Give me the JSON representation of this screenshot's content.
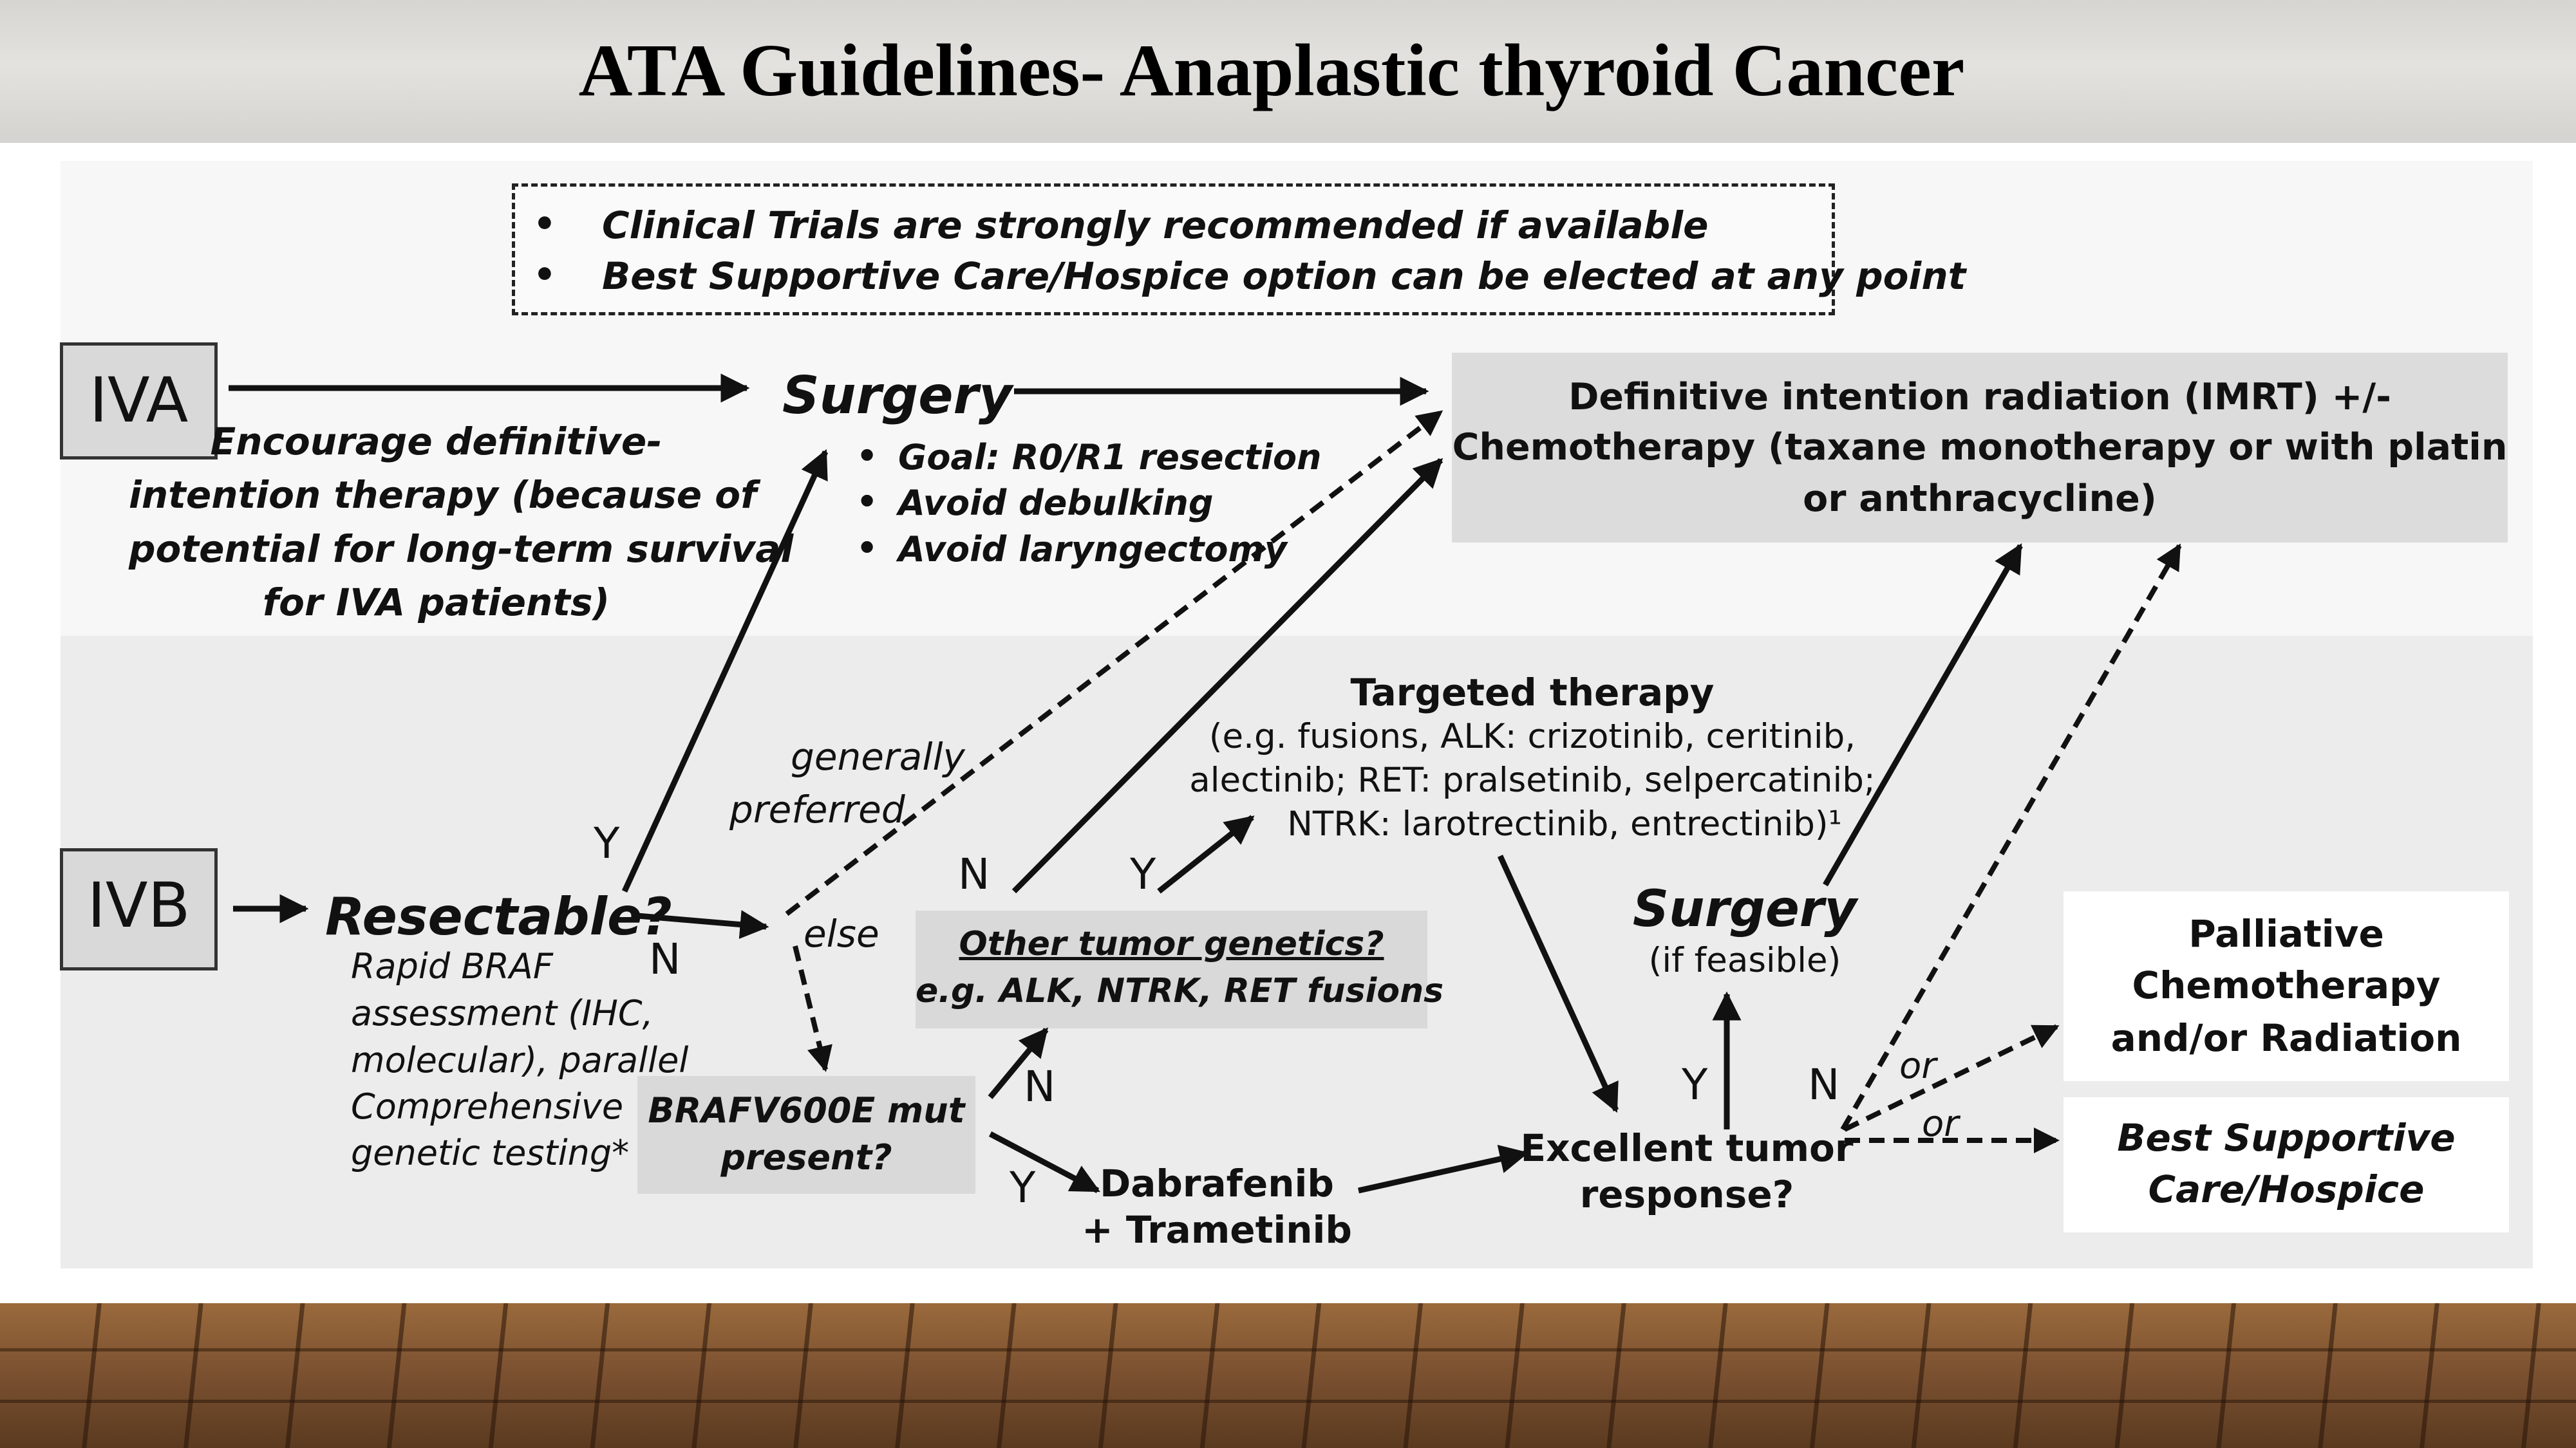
{
  "title": "ATA Guidelines- Anaplastic thyroid Cancer",
  "notes": [
    "Clinical Trials are strongly recommended if available",
    "Best Supportive Care/Hospice option can be elected at any point"
  ],
  "iva": {
    "label": "IVA",
    "encourage": [
      "Encourage definitive-",
      "intention therapy (because of",
      "potential for long-term survival",
      "for IVA patients)"
    ]
  },
  "surgery": {
    "label": "Surgery",
    "bullets": [
      "Goal: R0/R1 resection",
      "Avoid debulking",
      "Avoid laryngectomy"
    ]
  },
  "radiation": {
    "lines": [
      "Definitive intention radiation (IMRT) +/-",
      "Chemotherapy  (taxane monotherapy or with platin",
      "or anthracycline)"
    ]
  },
  "ivb": {
    "label": "IVB",
    "resectable": "Resectable?",
    "braf_note": [
      "Rapid BRAF",
      "assessment (IHC,",
      "molecular), parallel",
      "Comprehensive",
      "genetic testing*"
    ]
  },
  "edge_labels": {
    "y_resectable": "Y",
    "n_resectable": "N",
    "generally": "generally",
    "preferred": "preferred",
    "else": "else",
    "n_other": "N",
    "y_other": "Y",
    "n_braf": "N",
    "y_braf": "Y",
    "y_response": "Y",
    "n_response": "N",
    "or1": "or",
    "or2": "or"
  },
  "targeted": {
    "title": "Targeted therapy",
    "lines": [
      "(e.g. fusions,  ALK: crizotinib, ceritinib,",
      "alectinib; RET: pralsetinib, selpercatinib;",
      "NTRK: larotrectinib, entrectinib)¹"
    ]
  },
  "other_genetics": {
    "line1": "Other tumor genetics?",
    "line2": "e.g. ALK, NTRK, RET fusions"
  },
  "braf_box": {
    "line1": "BRAFV600E mut",
    "line2": "present?"
  },
  "dabrafenib": {
    "line1": "Dabrafenib",
    "line2": "+ Trametinib"
  },
  "response": {
    "line1": "Excellent tumor",
    "line2": "response?"
  },
  "surgery2": {
    "label": "Surgery",
    "sub": "(if feasible)"
  },
  "palliative": {
    "lines": [
      "Palliative",
      "Chemotherapy",
      "and/or Radiation"
    ]
  },
  "bsc": {
    "lines": [
      "Best Supportive",
      "Care/Hospice"
    ]
  },
  "colors": {
    "header_bg": "#d9d8d4",
    "lower_panel": "#ededed",
    "upper_panel": "#f7f7f7",
    "box_gray": "#dcdcdc",
    "text": "#111111"
  }
}
